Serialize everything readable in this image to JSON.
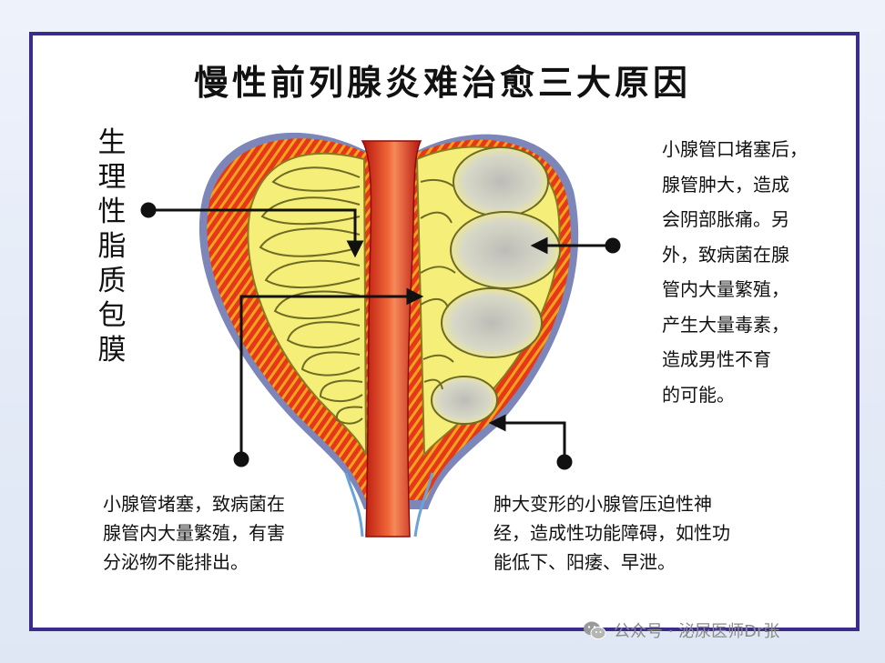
{
  "title": "慢性前列腺炎难治愈三大原因",
  "left_label_chars": [
    "生",
    "理",
    "性",
    "脂",
    "质",
    "包",
    "膜"
  ],
  "notes": {
    "right": "小腺管口堵塞后，\n腺管肿大，造成\n会阴部胀痛。另\n外，致病菌在腺\n管内大量繁殖，\n产生大量毒素，\n造成男性不育\n的可能。",
    "bottom_left": "小腺管堵塞，致病菌在\n腺管内大量繁殖，有害\n分泌物不能排出。",
    "bottom_right": "肿大变形的小腺管压迫性神\n经，造成性功能障碍，如性功\n能低下、阳痿、早泄。"
  },
  "watermark": "公众号 · 泌尿医师Dr张",
  "colors": {
    "frame": "#3b2c8a",
    "capsule": "#d92b14",
    "gland": "#f5ef7a",
    "urethra": "#c41a0f",
    "cyst": "#c9c9c0"
  },
  "icons": {
    "watermark_icon": "wechat-icon"
  }
}
